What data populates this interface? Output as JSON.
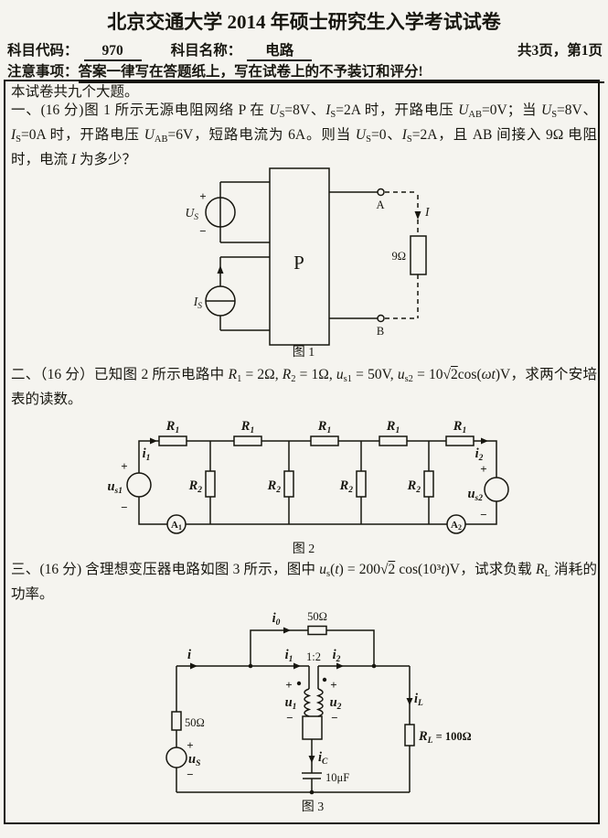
{
  "colors": {
    "paper": "#f5f4ef",
    "ink": "#17160f"
  },
  "header": {
    "title": "北京交通大学 2014 年硕士研究生入学考试试卷",
    "subject_code_label": "科目代码：",
    "subject_code": "970",
    "subject_name_label": "科目名称：",
    "subject_name": "电路",
    "pages": "共3页，第1页",
    "notice_label": "注意事项：",
    "notice": "答案一律写在答题纸上，写在试卷上的不予装订和评分!"
  },
  "body": {
    "intro": "本试卷共九个大题。",
    "q1": {
      "segments": [
        {
          "t": "一、(16 分)图 1 所示无源电阻网络 P 在 "
        },
        {
          "i": "U"
        },
        {
          "s": "S"
        },
        {
          "t": "=8V、"
        },
        {
          "i": "I"
        },
        {
          "s": "S"
        },
        {
          "t": "=2A 时，开路电压 "
        },
        {
          "i": "U"
        },
        {
          "s": "AB"
        },
        {
          "t": "=0V；当 "
        },
        {
          "i": "U"
        },
        {
          "s": "S"
        },
        {
          "t": "=8V、"
        },
        {
          "i": "I"
        },
        {
          "s": "S"
        },
        {
          "t": "=0A 时，开路电压 "
        },
        {
          "i": "U"
        },
        {
          "s": "AB"
        },
        {
          "t": "=6V，短路电流为 6A。则当 "
        },
        {
          "i": "U"
        },
        {
          "s": "S"
        },
        {
          "t": "=0、"
        },
        {
          "i": "I"
        },
        {
          "s": "S"
        },
        {
          "t": "=2A，且 AB 间接入 9Ω 电阻时，电流 "
        },
        {
          "i": "I"
        },
        {
          "t": " 为多少？"
        }
      ]
    },
    "q2": {
      "segments": [
        {
          "t": "二、（16 分）已知图 2 所示电路中 "
        },
        {
          "i": "R"
        },
        {
          "s": "1"
        },
        {
          "t": " = 2Ω, "
        },
        {
          "i": "R"
        },
        {
          "s": "2"
        },
        {
          "t": " = 1Ω, "
        },
        {
          "i": "u"
        },
        {
          "s": "s1"
        },
        {
          "t": " = 50V, "
        },
        {
          "i": "u"
        },
        {
          "s": "s2"
        },
        {
          "t": " = 10√"
        },
        {
          "r": "2"
        },
        {
          "t": "cos("
        },
        {
          "i": "ωt"
        },
        {
          "t": ")V，求两个安培表的读数。"
        }
      ]
    },
    "q3": {
      "segments": [
        {
          "t": "三、(16 分) 含理想变压器电路如图 3 所示，图中 "
        },
        {
          "i": "u"
        },
        {
          "s": "s"
        },
        {
          "t": "("
        },
        {
          "i": "t"
        },
        {
          "t": ") = 200√"
        },
        {
          "r": "2"
        },
        {
          "t": " cos(10³"
        },
        {
          "i": "t"
        },
        {
          "t": ")V，试求负载 "
        },
        {
          "i": "R"
        },
        {
          "s": "L"
        },
        {
          "t": " 消耗的功率。"
        }
      ]
    }
  },
  "fig1": {
    "caption": "图 1",
    "network_label": "P",
    "voltage_source": {
      "base": "U",
      "sub": "S",
      "plus": "+",
      "minus": "−"
    },
    "current_source": {
      "base": "I",
      "sub": "S"
    },
    "terminal_a": "A",
    "terminal_b": "B",
    "load_resistor": "9Ω",
    "load_current": "I"
  },
  "fig2": {
    "caption": "图 2",
    "series_resistor": {
      "base": "R",
      "sub": "1"
    },
    "shunt_resistor": {
      "base": "R",
      "sub": "2"
    },
    "current_left": {
      "base": "i",
      "sub": "1"
    },
    "current_right": {
      "base": "i",
      "sub": "2"
    },
    "ammeter_left": {
      "base": "A",
      "sub": "1"
    },
    "ammeter_right": {
      "base": "A",
      "sub": "2"
    },
    "source_left": {
      "base": "u",
      "sub": "s1",
      "plus": "+",
      "minus": "−"
    },
    "source_right": {
      "base": "u",
      "sub": "s2",
      "plus": "+",
      "minus": "−"
    }
  },
  "fig3": {
    "caption": "图 3",
    "source_current": "i",
    "bypass_current": {
      "base": "i",
      "sub": "0"
    },
    "bypass_resistor": "50Ω",
    "primary_current": {
      "base": "i",
      "sub": "1"
    },
    "secondary_current": {
      "base": "i",
      "sub": "2"
    },
    "turns_ratio": "1:2",
    "primary_voltage": {
      "base": "u",
      "sub": "1"
    },
    "secondary_voltage": {
      "base": "u",
      "sub": "2"
    },
    "source_resistor": "50Ω",
    "source": {
      "base": "u",
      "sub": "S"
    },
    "cap_current": {
      "base": "i",
      "sub": "C"
    },
    "capacitor": "10μF",
    "load_current": {
      "base": "i",
      "sub": "L"
    },
    "load_resistor": {
      "base": "R",
      "sub": "L",
      "rest": " = 100Ω"
    },
    "plus": "+",
    "minus": "−"
  }
}
